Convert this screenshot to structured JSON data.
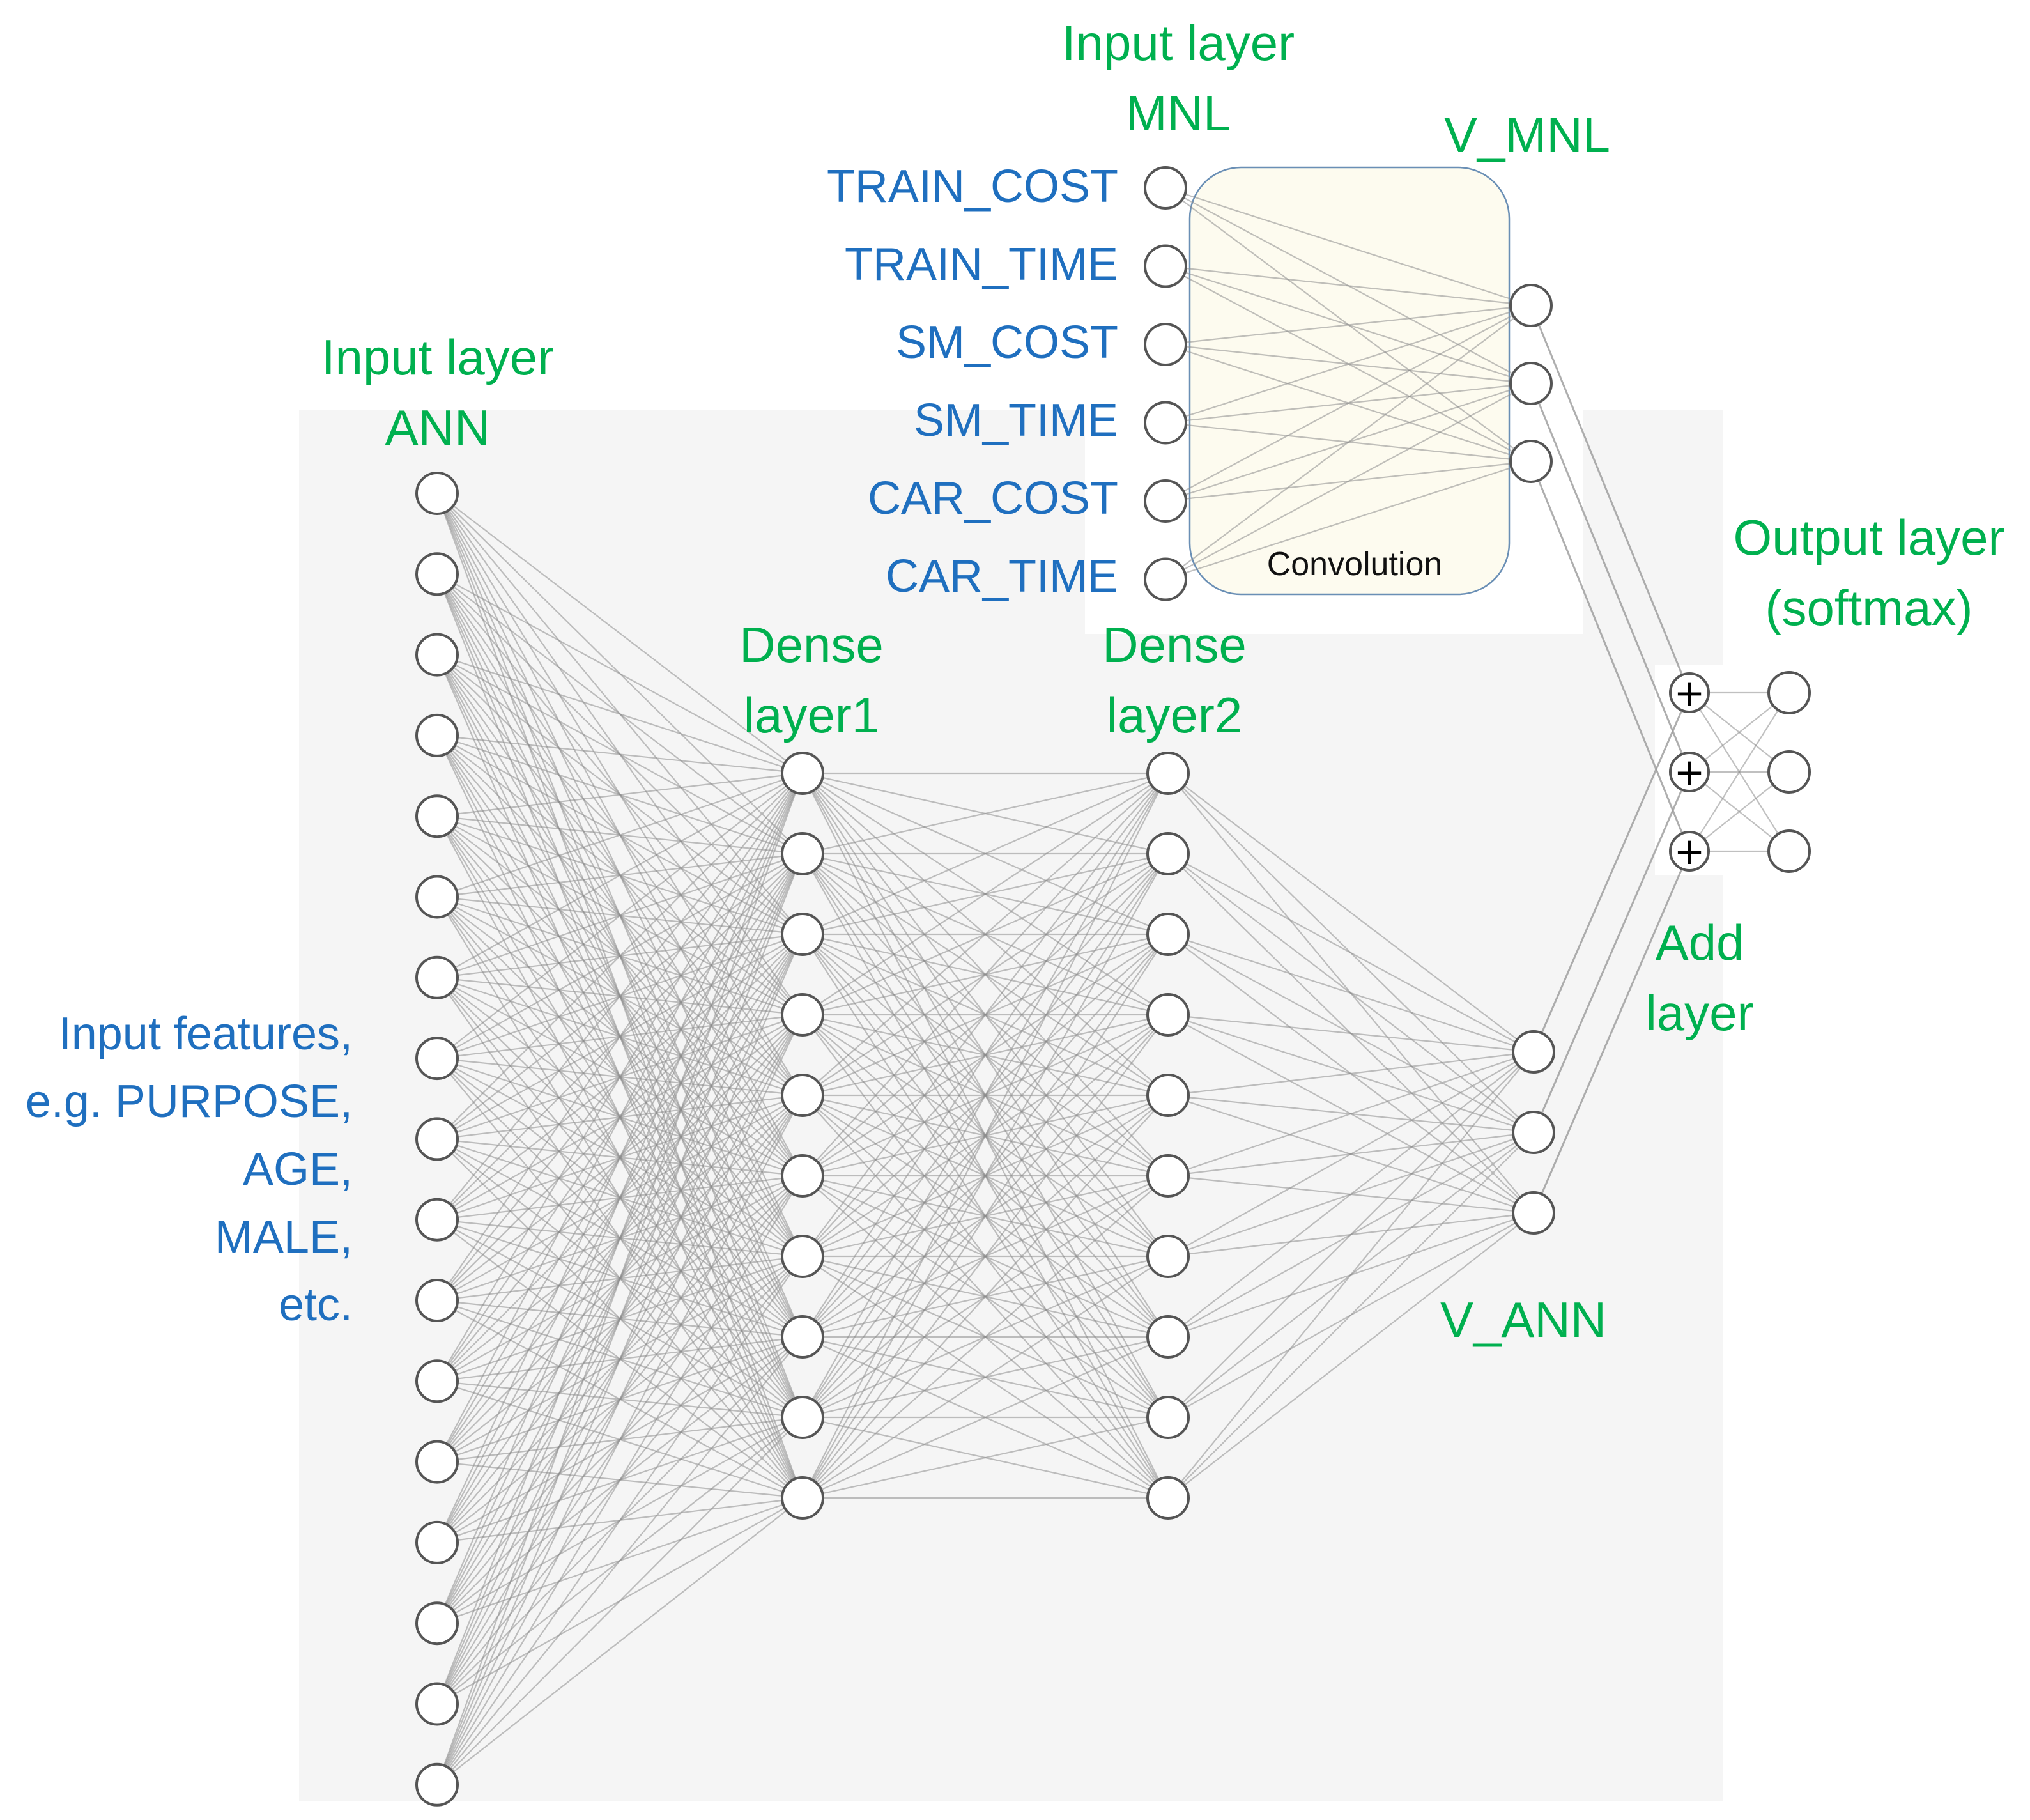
{
  "labels": {
    "input_ann": [
      "Input layer",
      "ANN"
    ],
    "input_mnl": [
      "Input layer",
      "MNL"
    ],
    "v_mnl": "V_MNL",
    "v_ann": "V_ANN",
    "dense1": [
      "Dense",
      "layer1"
    ],
    "dense2": [
      "Dense",
      "layer2"
    ],
    "add": [
      "Add",
      "layer"
    ],
    "output": [
      "Output layer",
      "(softmax)"
    ],
    "convolution": "Convolution",
    "input_features": [
      "Input features,",
      "e.g. PURPOSE,",
      "AGE,",
      "MALE,",
      "etc."
    ]
  },
  "mnl_features": [
    "TRAIN_COST",
    "TRAIN_TIME",
    "SM_COST",
    "SM_TIME",
    "CAR_COST",
    "CAR_TIME"
  ],
  "add_symbol": "+",
  "layers": {
    "ann_input_nodes": 17,
    "dense1_nodes": 10,
    "dense2_nodes": 10,
    "v_ann_nodes": 3,
    "mnl_input_nodes": 6,
    "v_mnl_nodes": 3,
    "add_nodes": 3,
    "output_nodes": 3
  },
  "colors": {
    "label_green": "#00b04f",
    "label_blue": "#1f6fbf",
    "panel_gray": "#f5f5f5",
    "conv_fill": "#fdfbef",
    "conv_stroke": "#6a8fb5"
  }
}
